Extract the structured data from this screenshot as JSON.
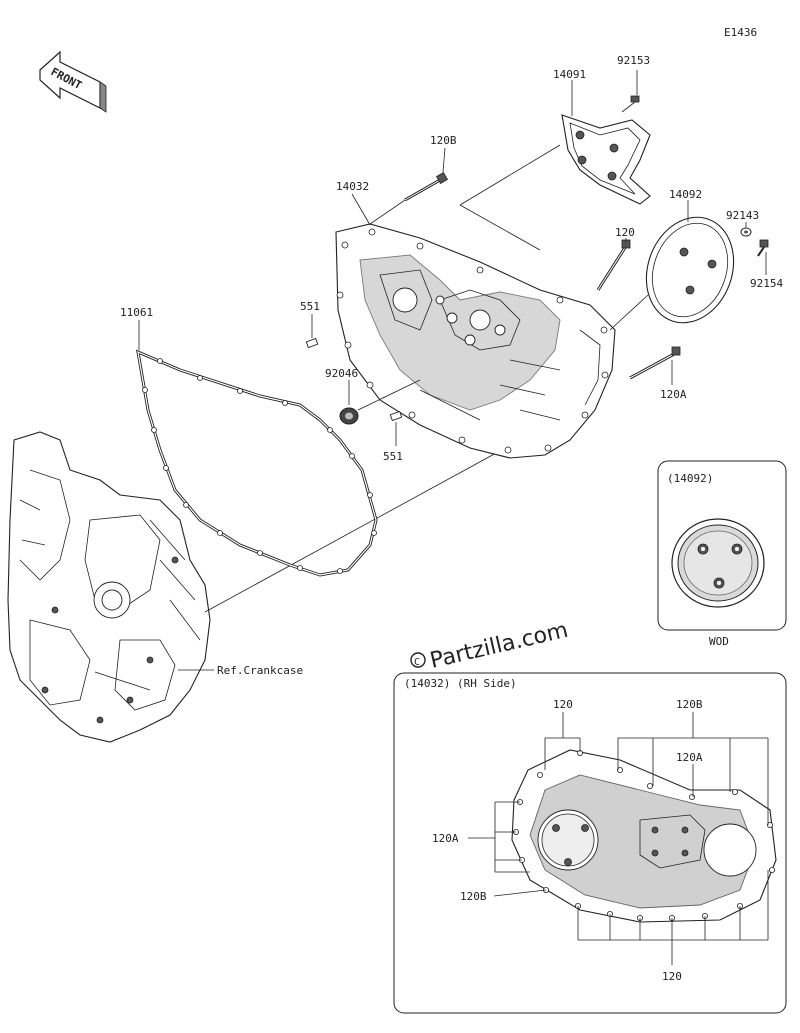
{
  "diagram_code": "E1436",
  "front_label": "FRONT",
  "watermark": "Partzilla.com",
  "labels": {
    "p92153": "92153",
    "p14091": "14091",
    "p120B_top": "120B",
    "p14032": "14032",
    "p14092": "14092",
    "p92143": "92143",
    "p120_top": "120",
    "p92154": "92154",
    "p11061": "11061",
    "p551_top": "551",
    "p92046": "92046",
    "p120A": "120A",
    "p551_bottom": "551",
    "ref_crankcase": "Ref.Crankcase"
  },
  "inset_wod": {
    "title": "(14092)",
    "caption": "WOD"
  },
  "inset_rh": {
    "title": "(14032) (RH Side)",
    "label_120_top": "120",
    "label_120B_top": "120B",
    "label_120A_top": "120A",
    "label_120A_left": "120A",
    "label_120B_left": "120B",
    "label_120_bottom": "120"
  }
}
